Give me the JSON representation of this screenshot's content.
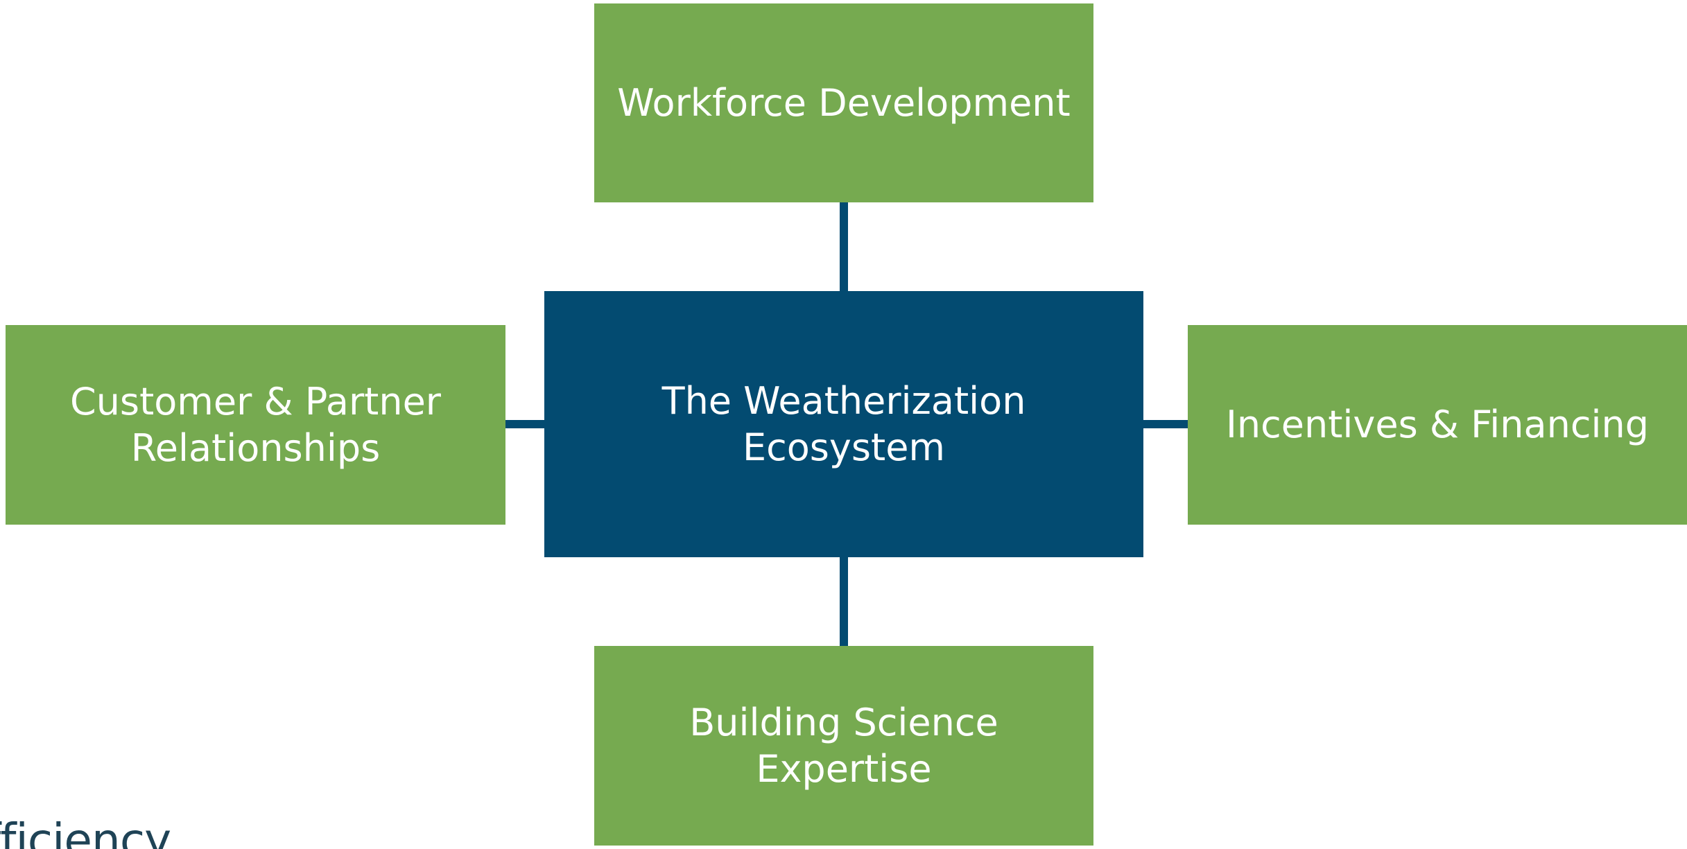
{
  "colors": {
    "green": "#76aa50",
    "blue": "#034b71"
  },
  "diagram": {
    "center": {
      "label": "The Weatherization Ecosystem"
    },
    "top": {
      "label": "Workforce Development"
    },
    "left": {
      "line1": "Customer & Partner",
      "line2": "Relationships"
    },
    "right": {
      "label": "Incentives & Financing"
    },
    "bottom": {
      "label": "Building Science Expertise"
    }
  },
  "logo": {
    "text": "fficiency"
  }
}
